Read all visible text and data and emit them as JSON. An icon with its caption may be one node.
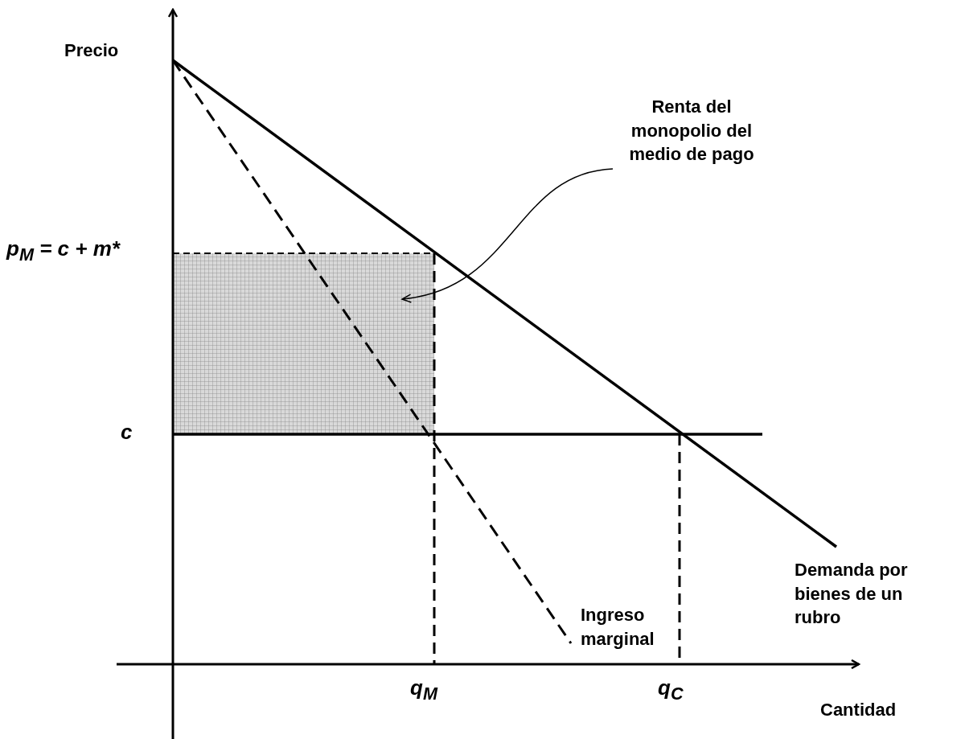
{
  "diagram": {
    "nodes": [
      {
        "text": [
          "Renta del monopolio del medio de pago"
        ]
      },
      {
        "text": [],
        "shape": "box"
      }
    ],
    "edges": [
      {
        "from": 0,
        "to": 1,
        "arrow": "to"
      }
    ],
    "labels": [
      "Precio",
      "p$_{M}$ = c + m*",
      "c",
      "Demanda por bienes de un rubro",
      "Ingreso marginal",
      "q$_{M}$",
      "q$_{C}$",
      "Cantidad"
    ]
  }
}
